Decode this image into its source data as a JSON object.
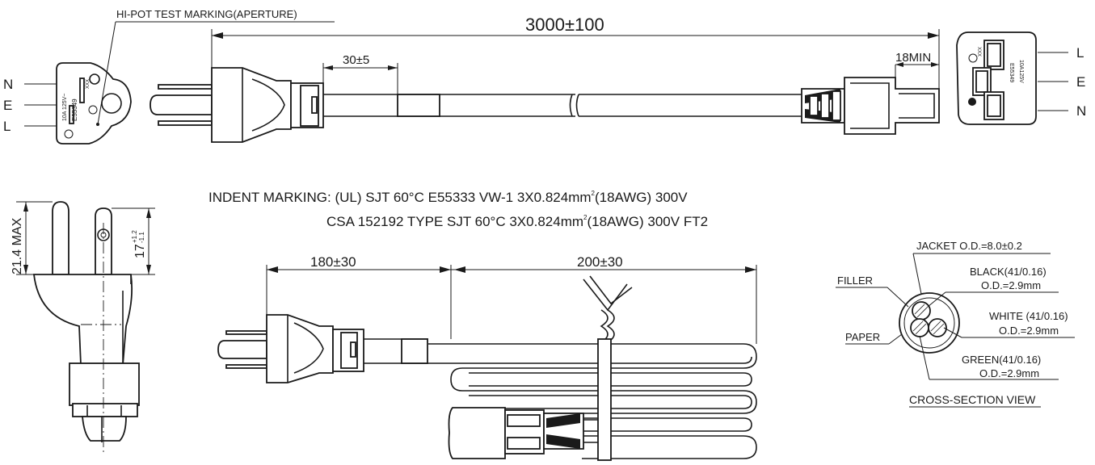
{
  "labels": {
    "hipot": "HI-POT TEST MARKING(APERTURE)",
    "length_total": "3000±100",
    "length_30": "30±5",
    "length_18": "18MIN",
    "indent_line1": "INDENT  MARKING: (UL) SJT 60°C  E55333 VW-1 3X0.824mm",
    "indent_line1_tail": "(18AWG) 300V",
    "indent_line2": "CSA 152192 TYPE SJT 60°C 3X0.824mm",
    "indent_line2_tail": "(18AWG) 300V FT2",
    "squared": "2",
    "width_max": "21.4 MAX",
    "pin_len": "17",
    "pin_tol_plus": "+1.2",
    "pin_tol_minus": "-1.1",
    "len_180": "180±30",
    "len_200": "200±30",
    "jacket": "JACKET O.D.=8.0±0.2",
    "black": "BLACK(41/0.16)",
    "black_od": "O.D.=2.9mm",
    "white": "WHITE (41/0.16)",
    "white_od": "O.D.=2.9mm",
    "green": "GREEN(41/0.16)",
    "green_od": "O.D.=2.9mm",
    "filler": "FILLER",
    "paper": "PAPER",
    "cross_section": "CROSS-SECTION VIEW"
  },
  "plug_face": {
    "pins": [
      "N",
      "E",
      "L"
    ],
    "marking_rating": "10A 125V~",
    "marking_file": "E55349",
    "marking_code": "XXX"
  },
  "connector_face": {
    "pins": [
      "L",
      "E",
      "N"
    ],
    "marking_rating": "10A125V",
    "marking_file": "E55349",
    "marking_code": "XXX"
  }
}
